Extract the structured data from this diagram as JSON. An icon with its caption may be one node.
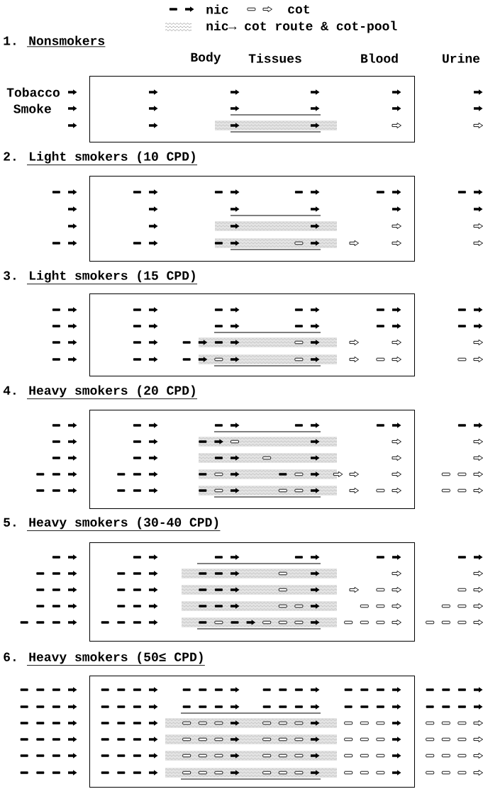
{
  "diagram": {
    "nodes": [
      {
        "text": [
          "1. Nonsmokers"
        ]
      },
      {
        "text": [
          "2. Light smokers (10 CPD)"
        ]
      },
      {
        "text": [
          "3. Light smokers (15 CPD)"
        ]
      },
      {
        "text": [
          "4. Heavy smokers (20 CPD)"
        ]
      },
      {
        "text": [
          "5. Heavy smokers (30-40 CPD)"
        ]
      },
      {
        "text": [
          "6. Heavy smokers (50≤ CPD)"
        ]
      }
    ],
    "labels": [
      "Body",
      "Tissues",
      "Blood",
      "Urine",
      "Tobacco",
      "Smoke"
    ],
    "legend": [
      {
        "text": "nic"
      },
      {
        "text": "cot"
      },
      {
        "text": "nic→ cot route & cot-pool"
      }
    ]
  }
}
